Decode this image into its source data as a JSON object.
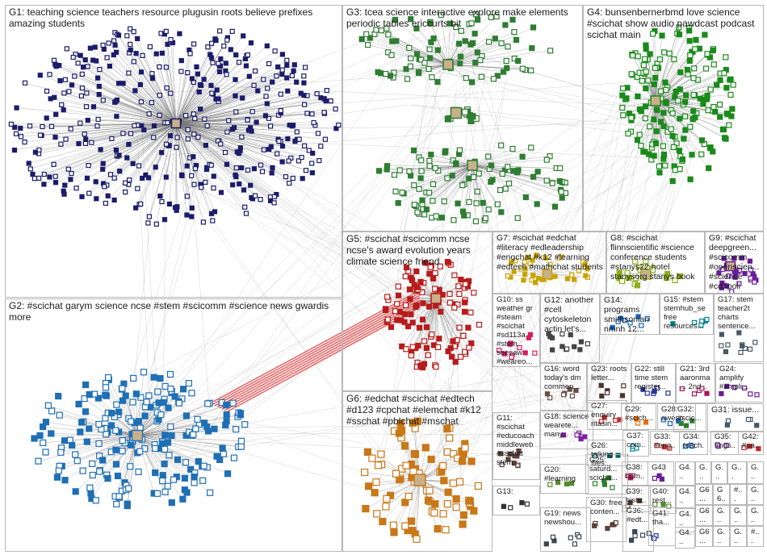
{
  "title": "",
  "groups": [
    {
      "id": "G1",
      "label": "G1: teaching science teachers resource plugusin roots believe prefixes amazing students",
      "color": "#1c1c6b"
    },
    {
      "id": "G2",
      "label": "G2: #scichat garym science ncse #stem #scicomm #science news gwardis more",
      "color": "#1f6fb5"
    },
    {
      "id": "G3",
      "label": "G3: tcea science interactive explore make elements periodic tables ericcurts bit",
      "color": "#2e7d32"
    },
    {
      "id": "G4",
      "label": "G4: bunsenbernerbmd love science #scichat show audio pawdcast podcast scichat main",
      "color": "#1b8a1b"
    },
    {
      "id": "G5",
      "label": "G5: #scichat #scicomm ncse ncse's award evolution years climate science friend",
      "color": "#b71c1c"
    },
    {
      "id": "G6",
      "label": "G6: #edchat #scichat #edtech #d123 #cpchat #elemchat #k12 #sschat #pblchat #mschat",
      "color": "#c87818"
    },
    {
      "id": "G7",
      "label": "G7: #scichat #edchat #literacy #edleadership #engchat #k12 #learning #edtech #mathchat students",
      "color": "#c9a400"
    },
    {
      "id": "G8",
      "label": "G8: #scichat flinnscientific #science conference students #stanys22 hotel stanysorg stanys book",
      "color": "#8fae1b"
    },
    {
      "id": "G9",
      "label": "G9: #scichat deepgreen... #scicomm #openscien... #science #cdnpoli science...",
      "color": "#6a1b9a"
    },
    {
      "id": "G10",
      "label": "G10: ss weather gr #steam #scichat #sd113a #stem seesaw #weareo...",
      "color": "#d81b60"
    },
    {
      "id": "G11",
      "label": "G11: #scichat #educoach middleweb #sschat stem...",
      "color": "#5d4037"
    },
    {
      "id": "G12",
      "label": "G12: another #cell cytoskeleton actin let's...",
      "color": "#444444"
    },
    {
      "id": "G13",
      "label": "G13:",
      "color": "#333333"
    },
    {
      "id": "G14",
      "label": "G14: programs smithsonian nmnh 12...",
      "color": "#1565c0"
    },
    {
      "id": "G15",
      "label": "G15: #stem stemhub_se free resources...",
      "color": "#00838f"
    },
    {
      "id": "G16",
      "label": "G16: word today's dm commen...",
      "color": "#6d4c41"
    },
    {
      "id": "G17",
      "label": "G17: stem teacher2t charts sentence...",
      "color": "#455a64"
    },
    {
      "id": "G18",
      "label": "G18: science wearete... many...",
      "color": "#7b1fa2"
    },
    {
      "id": "G19",
      "label": "G19: news newshou...",
      "color": "#37474f"
    },
    {
      "id": "G20",
      "label": "G20: #learning",
      "color": "#558b2f"
    },
    {
      "id": "G21",
      "label": "G21: 3rd aaronma... 2nd...",
      "color": "#ad1457"
    },
    {
      "id": "G22",
      "label": "G22: still time stem register...",
      "color": "#283593"
    },
    {
      "id": "G23",
      "label": "G23: roots letter...",
      "color": "#4e342e"
    },
    {
      "id": "G24",
      "label": "G24: amplify #ampli...",
      "color": "#6a1b9a"
    },
    {
      "id": "G25",
      "label": "G25: saturd... scicha...",
      "color": "#2e7d32"
    },
    {
      "id": "G26",
      "label": "G26: talking flies...",
      "color": "#00695c"
    },
    {
      "id": "G27",
      "label": "G27: enquiry ritasin...",
      "color": "#c62828"
    },
    {
      "id": "G28",
      "label": "G28: aweso...",
      "color": "#1565c0"
    },
    {
      "id": "G29",
      "label": "G29: #scich...",
      "color": "#ef6c00"
    },
    {
      "id": "G30",
      "label": "G30: free conten...",
      "color": "#5d4037"
    },
    {
      "id": "G31",
      "label": "G31: issue...",
      "color": "#455a64"
    },
    {
      "id": "G32",
      "label": "G32: #scic...",
      "color": "#2e7d32"
    },
    {
      "id": "G33",
      "label": "G33: #eng...",
      "color": "#c62828"
    },
    {
      "id": "G34",
      "label": "G34: teach...",
      "color": "#1565c0"
    },
    {
      "id": "G35",
      "label": "G35: #ngs...",
      "color": "#6a1b9a"
    },
    {
      "id": "G36",
      "label": "G36: #edt...",
      "color": "#37474f"
    },
    {
      "id": "G37",
      "label": "G37: com...",
      "color": "#00838f"
    },
    {
      "id": "G38",
      "label": "G38: com...",
      "color": "#ad1457"
    },
    {
      "id": "G39",
      "label": "G39: histo...",
      "color": "#4e342e"
    },
    {
      "id": "G40",
      "label": "G40: rest...",
      "color": "#558b2f"
    },
    {
      "id": "G41",
      "label": "G41: tha...",
      "color": "#283593"
    },
    {
      "id": "G42",
      "label": "G42: #pa...",
      "color": "#c62828"
    },
    {
      "id": "G43",
      "label": "G43",
      "color": "#6a1b9a"
    },
    {
      "id": "G44",
      "label": "G4...",
      "color": "#00695c"
    },
    {
      "id": "G45",
      "label": "G4...",
      "color": "#ef6c00"
    },
    {
      "id": "G46",
      "label": "G4...",
      "color": "#1565c0"
    },
    {
      "id": "G47",
      "label": "G4...",
      "color": "#2e7d32"
    },
    {
      "id": "G48",
      "label": "G...",
      "color": "#5d4037"
    },
    {
      "id": "G49",
      "label": "G...",
      "color": "#c62828"
    },
    {
      "id": "G50",
      "label": "G...",
      "color": "#37474f"
    },
    {
      "id": "G51",
      "label": "G...",
      "color": "#6a1b9a"
    },
    {
      "id": "G52",
      "label": "G6...",
      "color": "#1565c0"
    },
    {
      "id": "G53",
      "label": "G6...",
      "color": "#2e7d32"
    },
    {
      "id": "G54",
      "label": "G6...",
      "color": "#ad1457"
    },
    {
      "id": "G55",
      "label": "G6...",
      "color": "#00838f"
    },
    {
      "id": "G56",
      "label": "G...",
      "color": "#4e342e"
    },
    {
      "id": "G57",
      "label": "G...",
      "color": "#558b2f"
    },
    {
      "id": "G58",
      "label": "#...",
      "color": "#283593"
    },
    {
      "id": "G59",
      "label": "G...",
      "color": "#ef6c00"
    },
    {
      "id": "G60",
      "label": "G...",
      "color": "#6a1b9a"
    },
    {
      "id": "G61",
      "label": "G...",
      "color": "#c62828"
    },
    {
      "id": "G62",
      "label": "G...",
      "color": "#00695c"
    },
    {
      "id": "G63",
      "label": "#...",
      "color": "#37474f"
    }
  ],
  "colors": {
    "edge": "#6e6e6e",
    "edge_strong": "#e02020",
    "border": "#b8b8b8",
    "background": "#ffffff"
  }
}
